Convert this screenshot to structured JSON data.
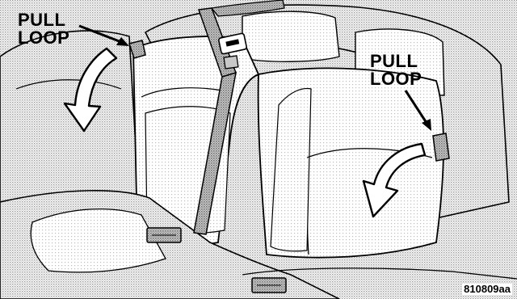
{
  "callouts": [
    {
      "line1": "PULL",
      "line2": "LOOP"
    },
    {
      "line1": "PULL",
      "line2": "LOOP"
    }
  ],
  "figure_id": "810809aa",
  "illustration": {
    "subject": "rear-seat-back-fold-down",
    "icons": [
      "pull-loop-icon",
      "fold-direction-arrow-icon",
      "seat-belt-buckle-icon"
    ],
    "colors": {
      "background": "#ffffff",
      "halftone": "#d0d0d0",
      "line_art": "#000000",
      "arrow": "#000000"
    }
  }
}
